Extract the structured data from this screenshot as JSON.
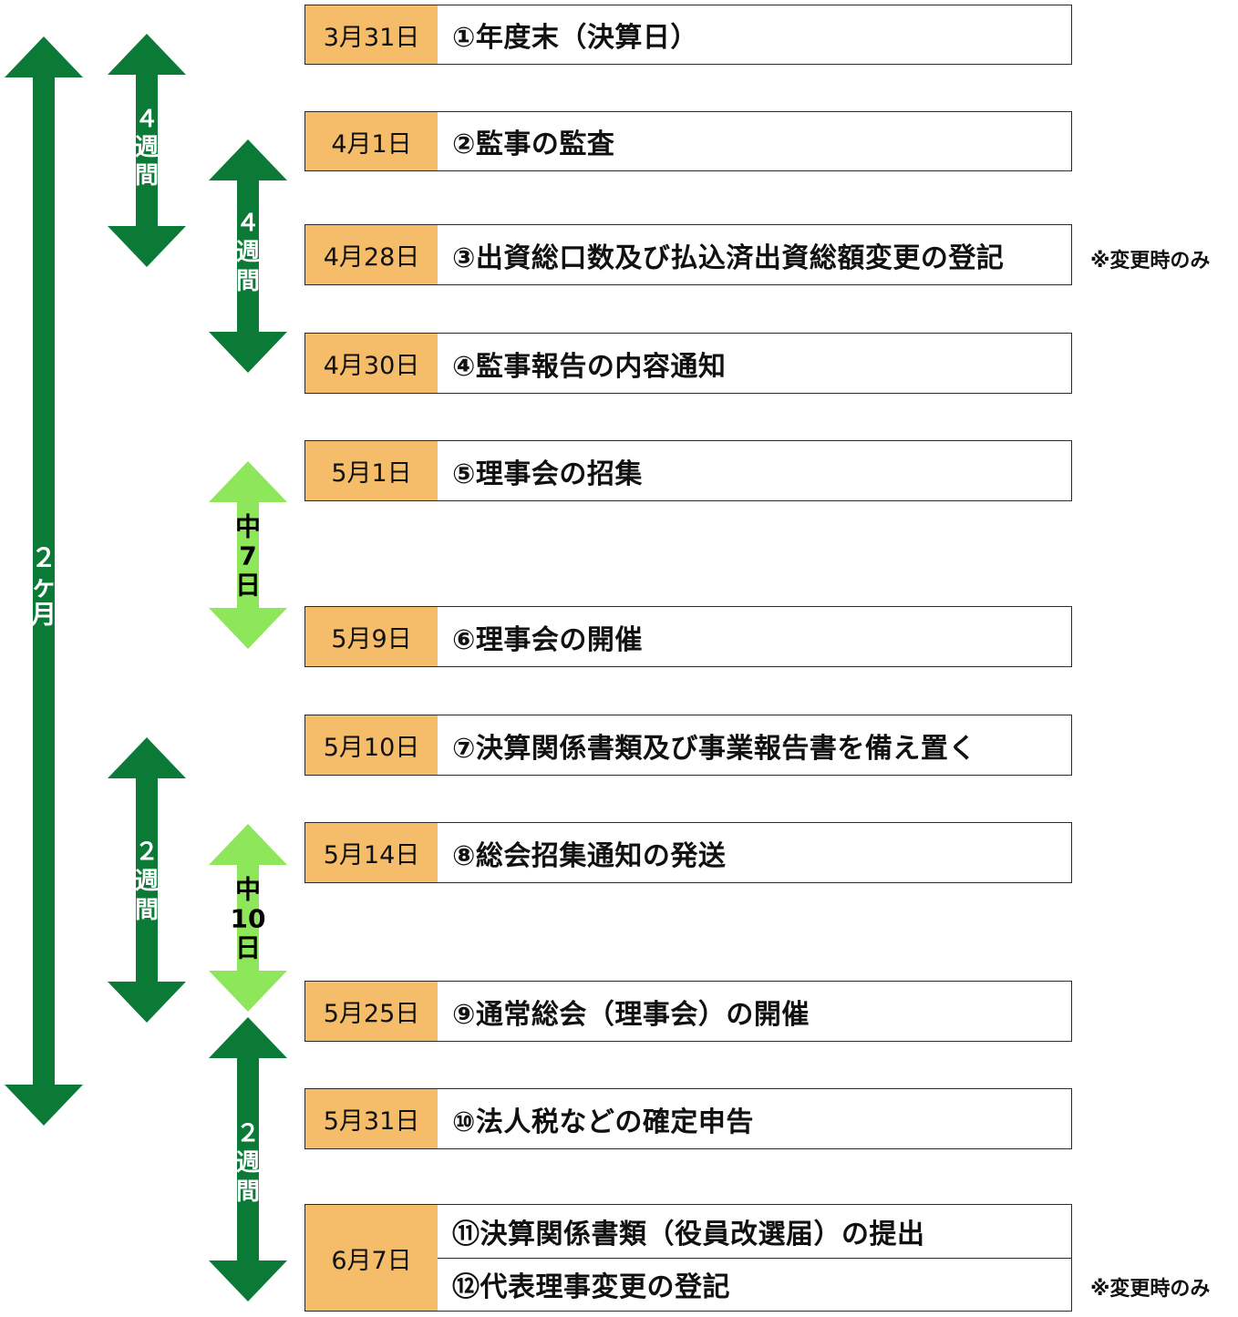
{
  "colors": {
    "arrow_dark": "#0b7a37",
    "arrow_light": "#8ee65a",
    "date_fill": "#f5bd6a",
    "label_on_dark": "#ffffff",
    "label_on_light": "#000000"
  },
  "schedule": [
    {
      "date": "3月31日",
      "items": [
        "①年度末（決算日）"
      ]
    },
    {
      "date": "4月1日",
      "items": [
        "②監事の監査"
      ]
    },
    {
      "date": "4月28日",
      "items": [
        "③出資総口数及び払込済出資総額変更の登記"
      ],
      "note": "※変更時のみ"
    },
    {
      "date": "4月30日",
      "items": [
        "④監事報告の内容通知"
      ]
    },
    {
      "date": "5月1日",
      "items": [
        "⑤理事会の招集"
      ]
    },
    {
      "date": "5月9日",
      "items": [
        "⑥理事会の開催"
      ]
    },
    {
      "date": "5月10日",
      "items": [
        "⑦決算関係書類及び事業報告書を備え置く"
      ]
    },
    {
      "date": "5月14日",
      "items": [
        "⑧総会招集通知の発送"
      ]
    },
    {
      "date": "5月25日",
      "items": [
        "⑨通常総会（理事会）の開催"
      ]
    },
    {
      "date": "5月31日",
      "items": [
        "⑩法人税などの確定申告"
      ]
    },
    {
      "date": "6月7日",
      "items": [
        "⑪決算関係書類（役員改選届）の提出",
        "⑫代表理事変更の登記"
      ],
      "note": "※変更時のみ"
    }
  ],
  "spans": [
    {
      "label": [
        "２",
        "ヶ",
        "月"
      ],
      "tone": "dark"
    },
    {
      "label": [
        "４",
        "週",
        "間"
      ],
      "tone": "dark"
    },
    {
      "label": [
        "４",
        "週",
        "間"
      ],
      "tone": "dark"
    },
    {
      "label": [
        "中",
        "7",
        "日"
      ],
      "tone": "light"
    },
    {
      "label": [
        "２",
        "週",
        "間"
      ],
      "tone": "dark"
    },
    {
      "label": [
        "中",
        "10",
        "日"
      ],
      "tone": "light"
    },
    {
      "label": [
        "２",
        "週",
        "間"
      ],
      "tone": "dark"
    }
  ]
}
